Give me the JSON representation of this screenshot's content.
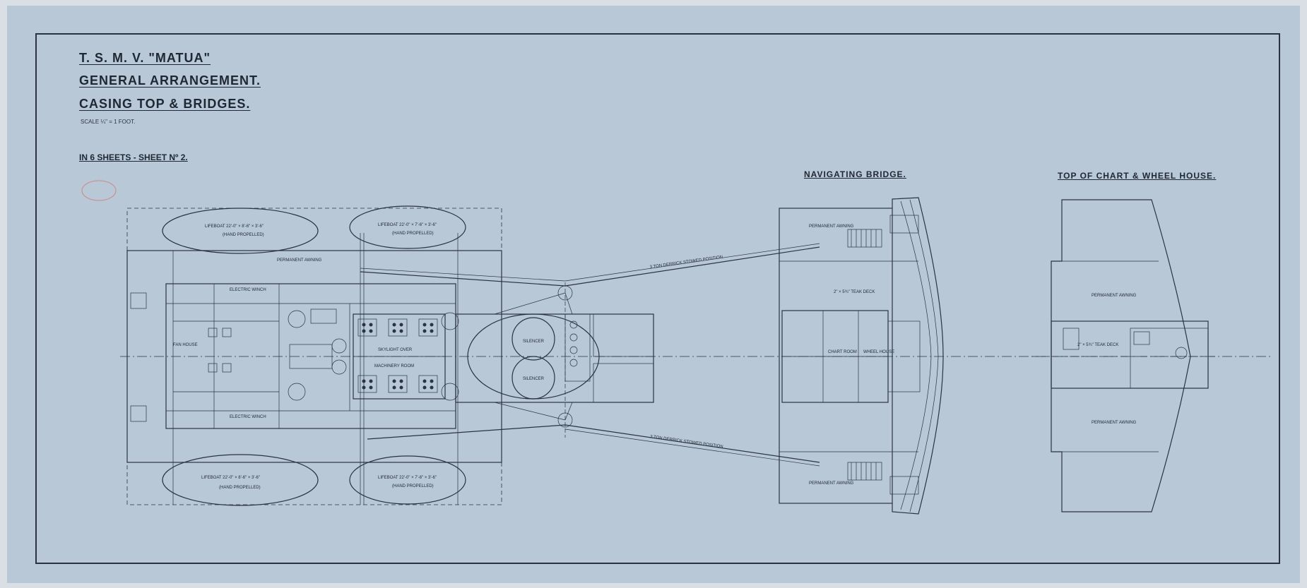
{
  "title": {
    "vessel": "T. S. M. V. \"MATUA\"",
    "line2": "General Arrangement.",
    "line3": "Casing Top & Bridges.",
    "scale": "Scale ¼\" = 1 Foot.",
    "sheets": "In 6 Sheets - Sheet Nº 2."
  },
  "sections": {
    "navigating_bridge": "Navigating Bridge.",
    "top_chart": "Top of Chart & Wheel House."
  },
  "labels": {
    "lifeboat_1": "Lifeboat 22'-0\" × 8'-6\" × 3'-6\"",
    "lifeboat_1_sub": "(Hand Propelled)",
    "lifeboat_2": "Lifeboat 22'-0\" × 7'-6\" × 3'-6\"",
    "lifeboat_2_sub": "(Hand Propelled)",
    "lifeboat_3": "Lifeboat 22'-0\" × 8'-6\" × 3'-6\"",
    "lifeboat_3_sub": "(Hand Propelled)",
    "lifeboat_4": "Lifeboat 22'-0\" × 7'-6\" × 3'-6\"",
    "lifeboat_4_sub": "(Hand Propelled)",
    "permanent_awning": "Permanent Awning",
    "skylight": "Skylight over",
    "machinery_room": "Machinery Room",
    "silencer_1": "Silencer",
    "silencer_2": "Silencer",
    "fan_house": "Fan House",
    "electric_winch_1": "Electric Winch",
    "electric_winch_2": "Electric Winch",
    "derrick_1": "3 Ton Derrick Stowed Position",
    "derrick_2": "3 Ton Derrick Stowed Position",
    "teak_deck": "2\" × 5¾\" Teak Deck",
    "chart_room": "Chart Room",
    "wheel_house": "Wheel House",
    "top_awning_1": "Permanent Awning",
    "top_awning_2": "Permanent Awning",
    "bridge_awning_1": "Permanent Awning",
    "bridge_awning_2": "Permanent Awning",
    "top_teak": "2\" × 5¾\" Teak Deck"
  }
}
